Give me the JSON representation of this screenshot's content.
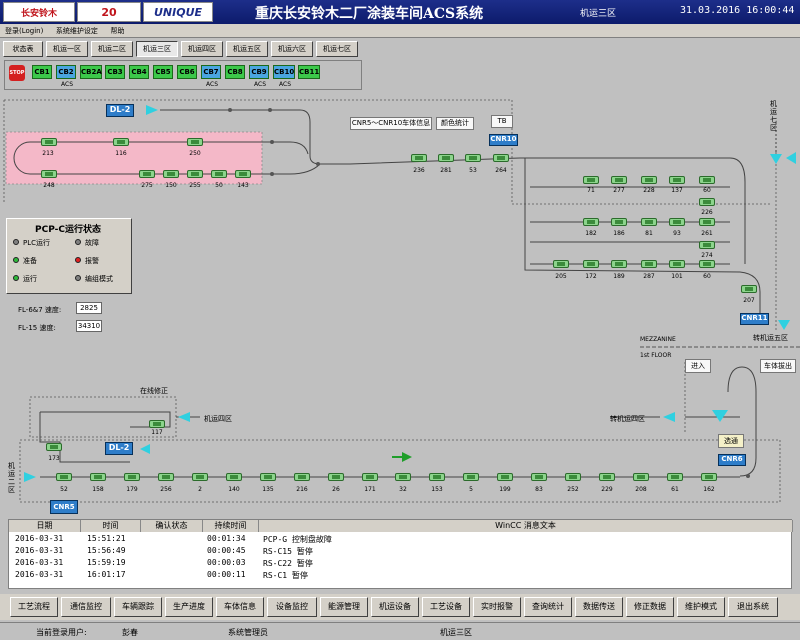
{
  "header": {
    "logo1": "长安铃木",
    "logo2": "20",
    "logo3": "UNIQUE",
    "title": "重庆长安铃木二厂涂装车间ACS系统",
    "area": "机运三区",
    "time": "31.03.2016 16:00:44"
  },
  "menu": [
    "登录(Login)",
    "系统维护设定",
    "帮助"
  ],
  "tabs": [
    "状态表",
    "机运一区",
    "机运二区",
    "机运三区",
    "机运四区",
    "机运五区",
    "机运六区",
    "机运七区"
  ],
  "active_tab": 3,
  "cb": {
    "stop": "STOP",
    "items": [
      "CB1",
      "CB2",
      "CB2A",
      "CB3",
      "CB4",
      "CB5",
      "CB6",
      "CB7",
      "CB8",
      "CB9",
      "CB10",
      "CB11"
    ],
    "sublabels": [
      "ACS",
      "ACS",
      "ACS",
      "ACS"
    ]
  },
  "diagram": {
    "dl2_top": "DL-2",
    "dl2_bottom": "DL-2",
    "cnr10": "CNR10",
    "cnr11": "CNR11",
    "cnr6": "CNR6",
    "cnr5": "CNR5",
    "tb": "TB",
    "info_btn": "CNR5～CNR10车体信息",
    "color_btn": "颜色统计",
    "qizhui7": "机运七区",
    "zhuan5": "转机运五区",
    "mezzanine": "MEZZANINE",
    "floor1": "1st FLOOR",
    "enter": "进入",
    "exit": "车体拔出",
    "zhuan4": "转机运四区",
    "to4": "机运四区",
    "online_fix": "在线修正",
    "select": "选通",
    "left_vertical": "机运二区",
    "top_row1": [
      "213",
      "116",
      "250"
    ],
    "top_row2": [
      "248",
      "275",
      "150",
      "255",
      "50",
      "143"
    ],
    "mid_row": [
      "236",
      "281",
      "53",
      "264"
    ],
    "r1": [
      "71",
      "277",
      "228",
      "137",
      "60"
    ],
    "r2": [
      "182",
      "186",
      "81",
      "93",
      "261"
    ],
    "r3": [
      "205",
      "172",
      "189",
      "287",
      "101",
      "60"
    ],
    "r2_extra": "226",
    "r3_extra": "274",
    "cnr11_id": "207",
    "car117": "117",
    "car173": "173",
    "bottom_row": [
      "52",
      "158",
      "179",
      "256",
      "2",
      "140",
      "135",
      "216",
      "26",
      "171",
      "32",
      "153",
      "5",
      "199",
      "83",
      "252",
      "229",
      "208",
      "61",
      "162"
    ]
  },
  "status": {
    "title": "PCP-C运行状态",
    "items": [
      "PLC运行",
      "故障",
      "准备",
      "报警",
      "运行",
      "编组模式"
    ],
    "colors": [
      "#808080",
      "#808080",
      "#2fb83a",
      "#e02020",
      "#2fb83a",
      "#808080"
    ]
  },
  "speeds": {
    "fl67_label": "FL-6&7 速度:",
    "fl67": "2825",
    "fl15_label": "FL-15 速度:",
    "fl15": "34310"
  },
  "alarms": {
    "headers": [
      "日期",
      "时间",
      "确认状态",
      "持续时间",
      "WinCC 消息文本"
    ],
    "rows": [
      [
        "2016-03-31",
        "15:51:21",
        "",
        "00:01:34",
        "PCP-G 控制盘故障"
      ],
      [
        "2016-03-31",
        "15:56:49",
        "",
        "00:00:45",
        "RS-C15 暂停"
      ],
      [
        "2016-03-31",
        "15:59:19",
        "",
        "00:00:03",
        "RS-C22 暂停"
      ],
      [
        "2016-03-31",
        "16:01:17",
        "",
        "00:00:11",
        "RS-C1 暂停"
      ]
    ]
  },
  "buttons": [
    "工艺流程",
    "通信监控",
    "车辆跟踪",
    "生产进度",
    "车体信息",
    "设备监控",
    "能源管理",
    "机运设备",
    "工艺设备",
    "实时报警",
    "查询统计",
    "数据传送",
    "修正数据",
    "维护模式",
    "退出系统"
  ],
  "footer": {
    "user_label": "当前登录用户:",
    "user": "彭春",
    "role": "系统管理员",
    "area": "机运三区"
  }
}
